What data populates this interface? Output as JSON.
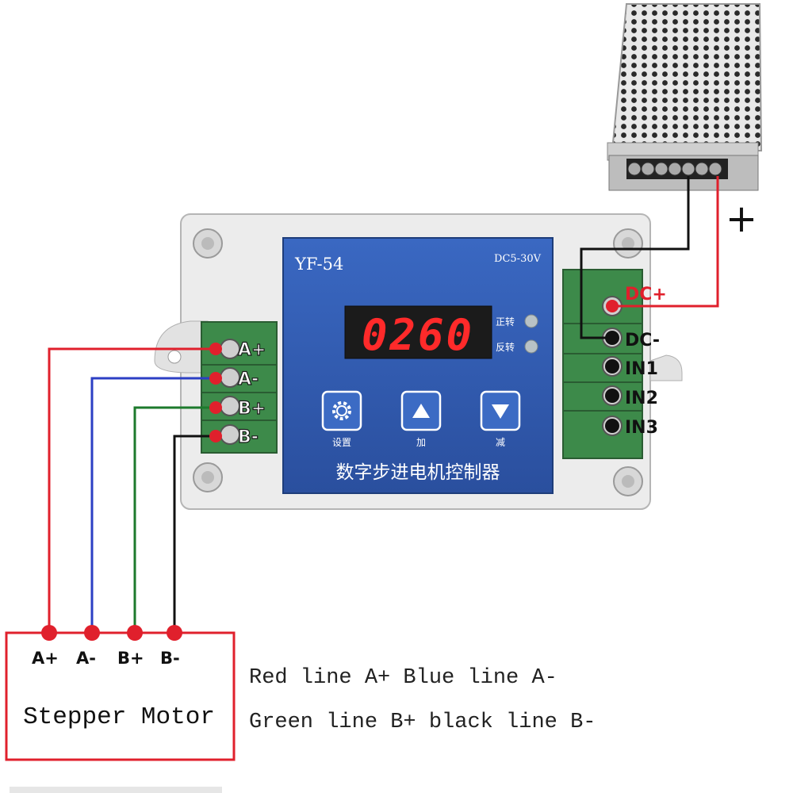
{
  "controller": {
    "model": "YF-54",
    "voltage": "DC5-30V",
    "display": "0260",
    "led_forward": "正转",
    "led_reverse": "反转",
    "btn_settings": "设置",
    "btn_add": "加",
    "btn_subtract": "减",
    "product_name": "数字步进电机控制器"
  },
  "left_terminals": [
    "A+",
    "A-",
    "B+",
    "B-"
  ],
  "right_terminals": [
    "DC+",
    "DC-",
    "IN1",
    "IN2",
    "IN3"
  ],
  "power_supply": {
    "plus": "+",
    "minus": "-"
  },
  "motor": {
    "title": "Stepper Motor",
    "terminals": [
      "A+",
      "A-",
      "B+",
      "B-"
    ]
  },
  "legend": {
    "line1": "Red line A+  Blue line A-",
    "line2": "Green line B+  black line B-"
  },
  "colors": {
    "panel_blue": "#2e5bb0",
    "red": "#e0202c",
    "blue": "#2c3fc4",
    "green": "#1d7a2c",
    "black": "#111111",
    "terminal_green": "#3d8a4a",
    "display_red": "#ff2a2a"
  }
}
